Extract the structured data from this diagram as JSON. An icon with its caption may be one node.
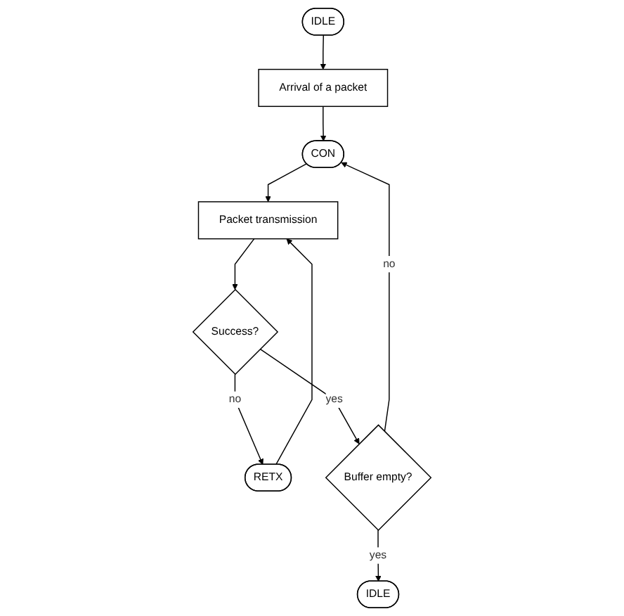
{
  "diagram": {
    "nodes": [
      {
        "text": [
          "IDLE"
        ]
      },
      {
        "text": [
          "Arrival of a packet"
        ]
      },
      {
        "text": [
          "CON"
        ]
      },
      {
        "text": [
          "Packet transmission"
        ]
      },
      {
        "text": [
          "Success?"
        ]
      },
      {
        "text": [
          "RETX"
        ]
      },
      {
        "text": [
          "Buffer empty?"
        ]
      },
      {
        "text": [
          "IDLE"
        ]
      }
    ],
    "edges": [
      {
        "from": 0,
        "to": 1,
        "arrow": "to"
      },
      {
        "from": 1,
        "to": 2,
        "arrow": "to"
      },
      {
        "from": 2,
        "to": 3,
        "arrow": "to"
      },
      {
        "from": 3,
        "to": 4,
        "arrow": "to"
      },
      {
        "from": 4,
        "to": 5,
        "arrow": "to",
        "label": "no"
      },
      {
        "from": 4,
        "to": 6,
        "arrow": "to",
        "label": "yes"
      },
      {
        "from": 5,
        "to": 3,
        "arrow": "to"
      },
      {
        "from": 6,
        "to": 2,
        "arrow": "to",
        "label": "no"
      },
      {
        "from": 6,
        "to": 7,
        "arrow": "to",
        "label": "yes"
      }
    ]
  }
}
